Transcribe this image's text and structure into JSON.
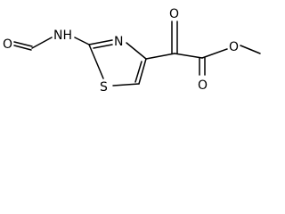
{
  "molecule": {
    "atoms": [
      {
        "id": "o-formyl",
        "label": "O"
      },
      {
        "id": "n-amide",
        "label": "NH"
      },
      {
        "id": "n-ring",
        "label": "N"
      },
      {
        "id": "s-ring",
        "label": "S"
      },
      {
        "id": "o-ketone",
        "label": "O"
      },
      {
        "id": "o-ester-carbonyl",
        "label": "O"
      },
      {
        "id": "o-ester",
        "label": "O"
      }
    ]
  },
  "colors": {
    "bond": "#000000",
    "background": "#ffffff"
  }
}
